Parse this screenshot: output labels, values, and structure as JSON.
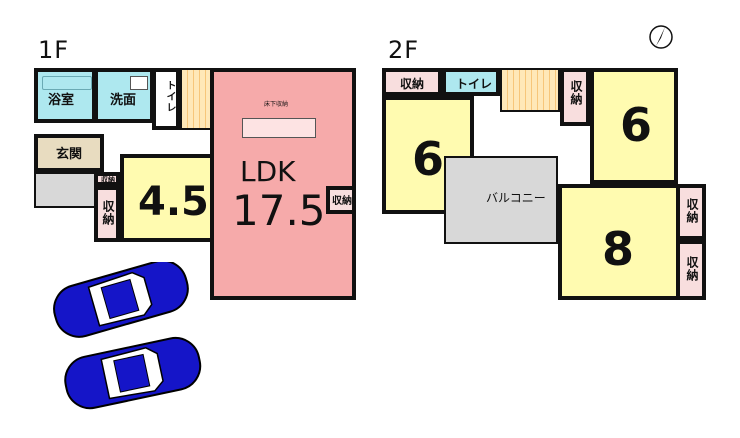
{
  "floors": {
    "first": {
      "label": "1F",
      "rooms": {
        "bath": "浴室",
        "washroom": "洗面",
        "toilet": "トイレ",
        "entrance": "玄関",
        "storage_small": "収納",
        "storage_left": "収納",
        "ldk_underfloor": "床下収納",
        "ldk_storage": "収納",
        "ldk_name": "LDK",
        "ldk_size": "17.5",
        "room_size": "4.5"
      }
    },
    "second": {
      "label": "2F",
      "rooms": {
        "storage_top": "収納",
        "toilet": "トイレ",
        "storage_mid": "収納",
        "room_left_size": "6",
        "room_right_size": "6",
        "balcony": "バルコニー",
        "room_big_size": "8",
        "storage_right_top": "収納",
        "storage_right_bottom": "収納"
      }
    }
  },
  "parking": {
    "cars": 2,
    "car_color": "#1515c8"
  },
  "colors": {
    "ldk": "#f6aaaa",
    "bedroom": "#fffbb0",
    "storage": "#f8dede",
    "wet": "#aee8ef",
    "balcony": "#d8d8d8"
  },
  "compass": "north-arrow-icon"
}
